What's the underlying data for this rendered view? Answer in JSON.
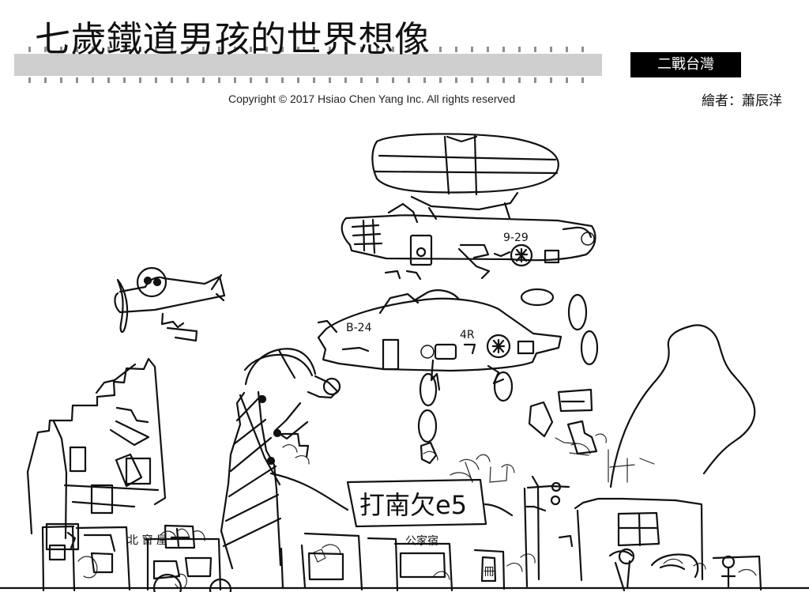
{
  "header": {
    "title": "七歲鐵道男孩的世界想像",
    "badge": "二戰台灣",
    "copyright": "Copyright © 2017 Hsiao Chen Yang Inc. All rights reserved",
    "author": "繪者：蕭辰洋"
  },
  "illustration": {
    "sign_text": "打南欠e5",
    "aircraft_labels": {
      "upper": "9-29",
      "lower_left": "B-24",
      "lower_right": "4R"
    },
    "shop_label": "公家宿",
    "side_marks": {
      "left_building": "北 窗 屋",
      "lower_left_panel": "冊"
    }
  },
  "colors": {
    "ink": "#111111",
    "paper": "#ffffff",
    "film_strip": "#cfcfcf",
    "film_holes": "#8f8f8f",
    "badge_bg": "#000000",
    "badge_text": "#ffffff"
  }
}
